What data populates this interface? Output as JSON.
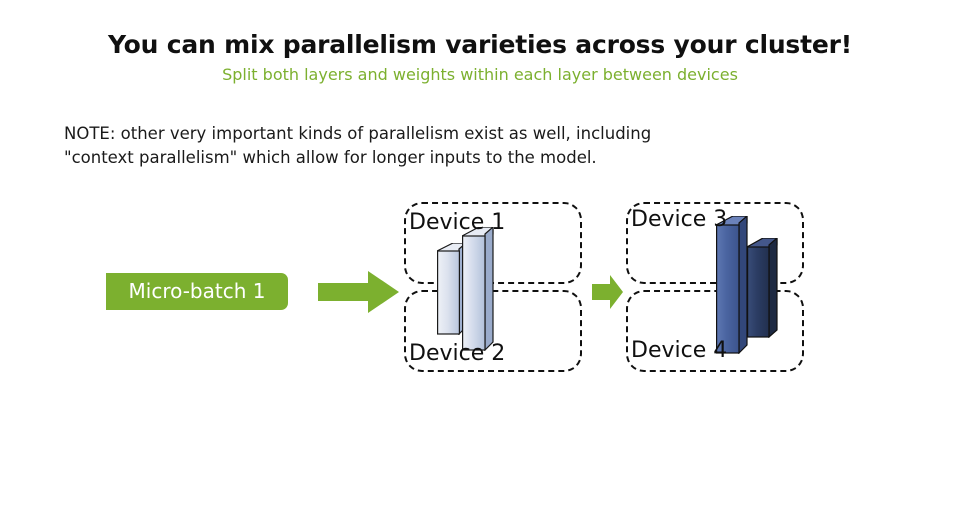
{
  "slide": {
    "title": "You can mix parallelism varieties across your cluster!",
    "subtitle": "Split both layers and weights within each layer between devices",
    "note": {
      "label": "NOTE:",
      "line1_rest": " other very important kinds of parallelism exist as well, including",
      "line2": "\"context parallelism\" which allow for longer inputs to the model."
    }
  },
  "flow": {
    "microbatch_label": "Micro-batch 1",
    "big_arrow_icon": "right-arrow-icon",
    "small_arrow_icon": "right-arrow-icon"
  },
  "diagram": {
    "devices": [
      {
        "label": "Device 1",
        "group": "left",
        "position": "top"
      },
      {
        "label": "Device 2",
        "group": "left",
        "position": "bottom"
      },
      {
        "label": "Device 3",
        "group": "right",
        "position": "top"
      },
      {
        "label": "Device 4",
        "group": "right",
        "position": "bottom"
      }
    ],
    "bars": [
      {
        "name": "layer-weight-shard-a",
        "group": "left",
        "shade": "light-blue"
      },
      {
        "name": "layer-weight-shard-b",
        "group": "left",
        "shade": "light-blue"
      },
      {
        "name": "layer-weight-shard-c",
        "group": "right",
        "shade": "slate-blue"
      },
      {
        "name": "layer-weight-shard-d",
        "group": "right",
        "shade": "navy-blue"
      }
    ]
  },
  "colors": {
    "brand_green": "#7cb02f",
    "title_black": "#101010",
    "bar_light_blue": "#c3cfe4",
    "bar_slate_blue": "#4a64a0",
    "bar_navy_blue": "#2b3c63",
    "dashed_border": "#101010",
    "background": "#ffffff"
  }
}
